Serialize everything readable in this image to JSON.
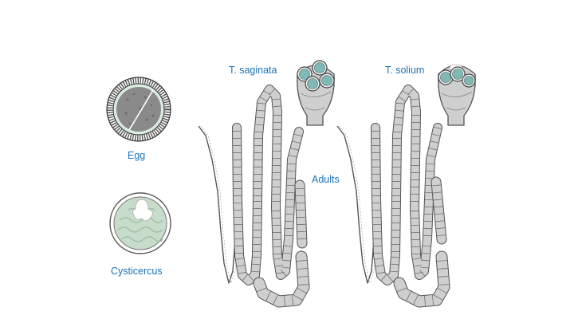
{
  "labels": {
    "egg": "Egg",
    "cysticercus": "Cysticercus",
    "t_saginata": "T. saginata",
    "t_solium": "T. solium",
    "adults": "Adults"
  },
  "colors": {
    "label": "#1a73b8",
    "segment_fill": "#cfcfcf",
    "outline": "#555555",
    "sucker": "#7fb8b4",
    "cyst_fill": "#c8dccb"
  }
}
